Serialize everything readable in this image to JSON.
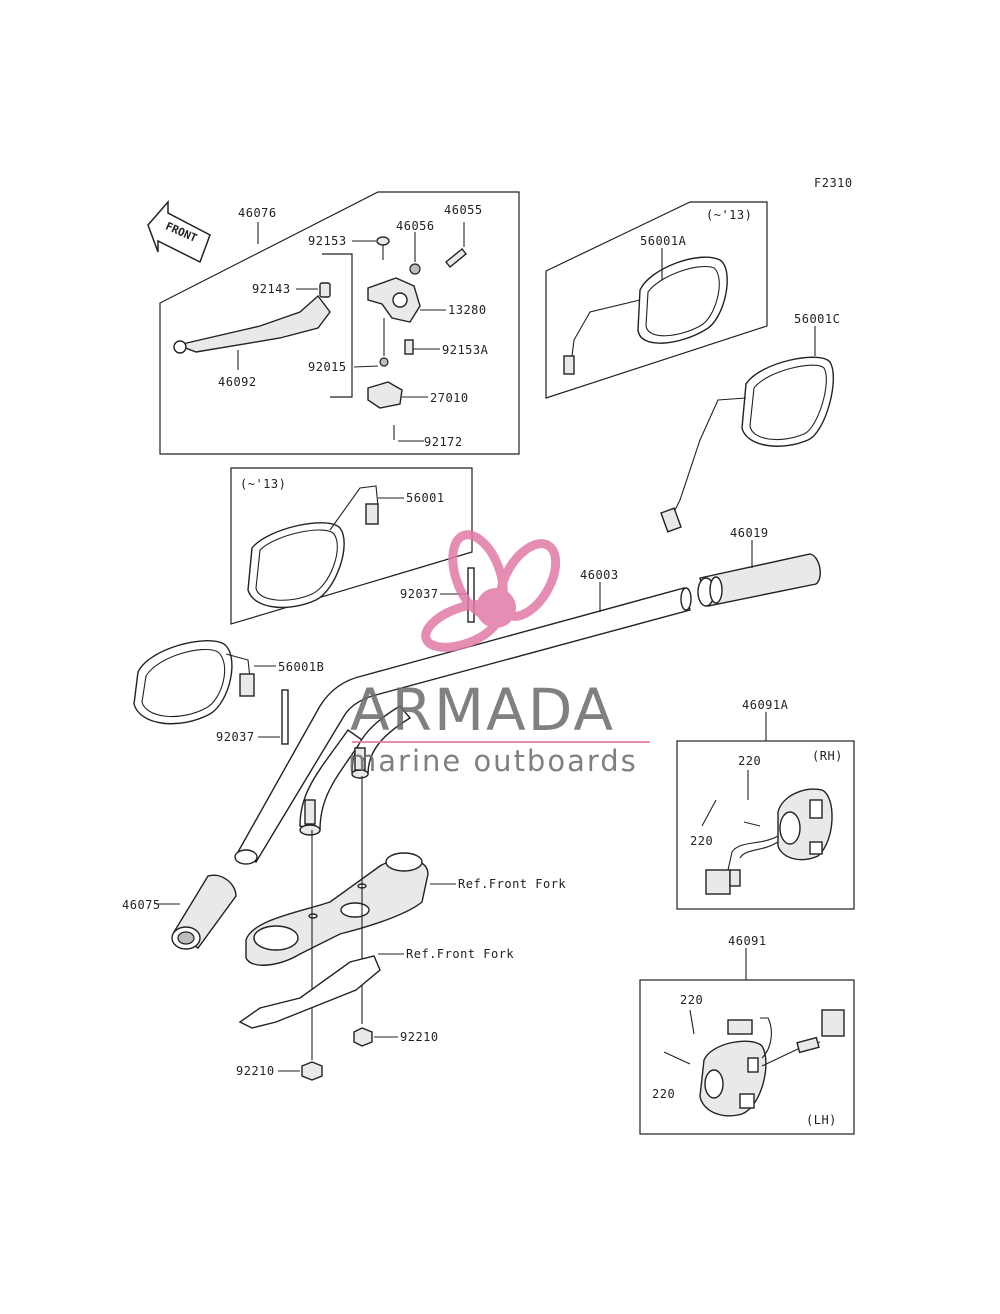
{
  "figure_code": "F2310",
  "front_arrow_label": "FRONT",
  "watermark": {
    "brand": "ARMADA",
    "tagline": "marine outboards",
    "brand_color": "#e27aa6"
  },
  "labels": {
    "p46076": "46076",
    "p92153": "92153",
    "p46056": "46056",
    "p46055": "46055",
    "p92143": "92143",
    "p13280": "13280",
    "p92015": "92015",
    "p92153A": "92153A",
    "p27010": "27010",
    "p92172": "92172",
    "p46092": "46092",
    "p56001A": "56001A",
    "p56001C": "56001C",
    "p56001": "56001",
    "p56001B": "56001B",
    "p46019": "46019",
    "p46003": "46003",
    "p92037_top": "92037",
    "p92037_left": "92037",
    "p46075": "46075",
    "p46091A": "46091A",
    "p46091": "46091",
    "ref_front_fork_1": "Ref.Front Fork",
    "ref_front_fork_2": "Ref.Front Fork",
    "p92210_right": "92210",
    "p92210_left": "92210",
    "p220_rh_top": "220",
    "p220_rh_left": "220",
    "p220_lh_top": "220",
    "p220_lh_left": "220"
  },
  "variants": {
    "mirror_a_years": "(~'13)",
    "mirror_b_years": "(~'13)",
    "right_switch_side": "(RH)",
    "left_switch_side": "(LH)"
  }
}
